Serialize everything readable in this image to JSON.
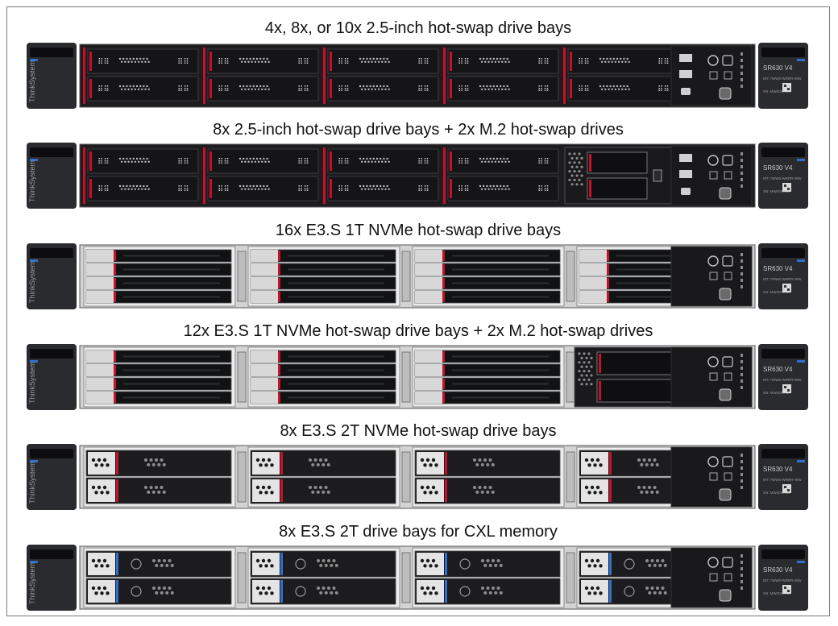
{
  "configs": [
    {
      "caption": "4x, 8x, or 10x 2.5-inch hot-swap drive bays",
      "variant": "sas10"
    },
    {
      "caption": "8x 2.5-inch hot-swap drive bays + 2x M.2 hot-swap drives",
      "variant": "sas8m2"
    },
    {
      "caption": "16x E3.S 1T NVMe hot-swap drive bays",
      "variant": "e3s16"
    },
    {
      "caption": "12x E3.S 1T NVMe hot-swap drive bays + 2x M.2 hot-swap drives",
      "variant": "e3s12m2"
    },
    {
      "caption": "8x E3.S 2T NVMe hot-swap drive bays",
      "variant": "e3s2t"
    },
    {
      "caption": "8x E3.S 2T drive bays for CXL memory",
      "variant": "cxl"
    }
  ],
  "labels": {
    "brand": "ThinkSystem",
    "model": "SR630 V4",
    "mt": "MT: 7WW0-WRRR-WW",
    "sn": "SN: MW4049RB"
  },
  "colors": {
    "chassis": "#1d1d1f",
    "ear": "#2a2b2e",
    "accent": "#c8102e",
    "blue": "#2f6fd0",
    "bay_light": "#d8d8d8",
    "bay_dark": "#111214",
    "caption": "#111111"
  }
}
